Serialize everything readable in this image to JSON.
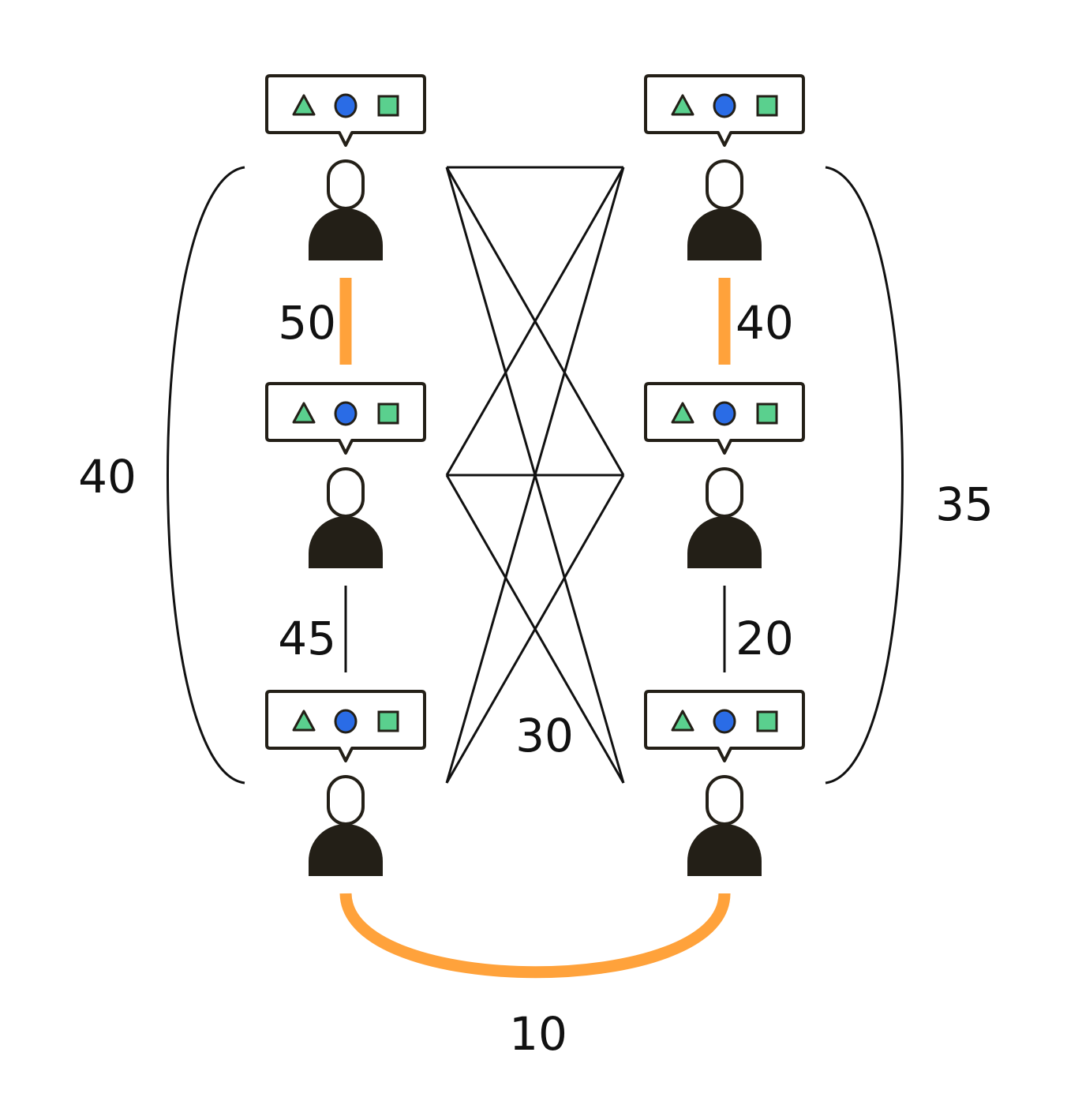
{
  "colors": {
    "ink": "#231f17",
    "accent_edge": "#ffa23b",
    "triangle": "#5ad08e",
    "circle": "#2a6ce6",
    "square": "#5ad08e",
    "line": "#111111"
  },
  "icons": {
    "person": "person-icon",
    "bubble": "speech-bubble-icon",
    "shapes": [
      "triangle-icon",
      "circle-icon",
      "square-icon"
    ]
  },
  "labels": {
    "left_top_pair": "50",
    "left_bottom_pair": "45",
    "right_top_pair": "40",
    "right_bottom_pair": "20",
    "left_group": "40",
    "right_group": "35",
    "cross_links": "30",
    "bottom_link": "10"
  }
}
